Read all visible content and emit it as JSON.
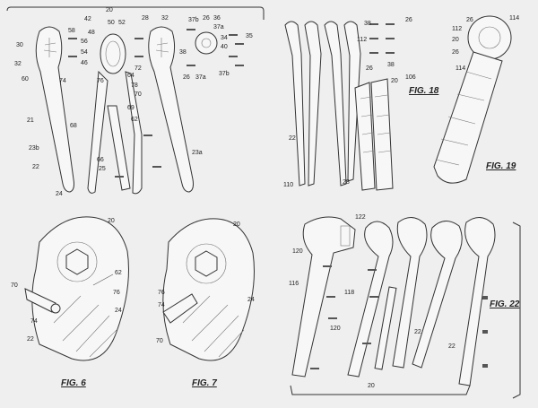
{
  "figures": [
    {
      "id": "fig-6",
      "label": "FIG. 6"
    },
    {
      "id": "fig-7",
      "label": "FIG. 7"
    },
    {
      "id": "fig-18",
      "label": "FIG. 18"
    },
    {
      "id": "fig-19",
      "label": "FIG. 19"
    },
    {
      "id": "fig-22",
      "label": "FIG. 22"
    }
  ],
  "reference_numerals": {
    "top_left": [
      "20",
      "42",
      "50",
      "52",
      "28",
      "32",
      "30",
      "58",
      "48",
      "56",
      "54",
      "32",
      "60",
      "46",
      "74",
      "76",
      "64",
      "78",
      "70",
      "72",
      "69",
      "62",
      "68",
      "66",
      "21",
      "23b",
      "22",
      "25",
      "24",
      "23a",
      "36",
      "37b",
      "26",
      "37a",
      "34",
      "40",
      "38",
      "35",
      "37b",
      "26",
      "37a"
    ],
    "fig_18": [
      "38",
      "26",
      "112",
      "26",
      "38",
      "106",
      "20",
      "22",
      "110",
      "28"
    ],
    "fig_19": [
      "26",
      "114",
      "112",
      "20",
      "26",
      "114"
    ],
    "fig_6": [
      "20",
      "62",
      "70",
      "76",
      "74",
      "22",
      "24"
    ],
    "fig_7": [
      "20",
      "76",
      "74",
      "24",
      "70"
    ],
    "fig_22": [
      "122",
      "120",
      "116",
      "118",
      "120",
      "22",
      "22",
      "20"
    ]
  }
}
